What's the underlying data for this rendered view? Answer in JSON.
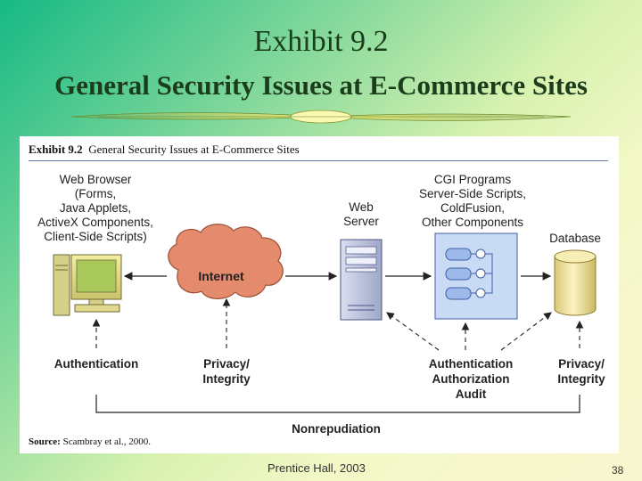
{
  "slide": {
    "title": "Exhibit 9.2",
    "subtitle": "General Security Issues at E-Commerce Sites",
    "footer": "Prentice Hall, 2003",
    "page_number": "38"
  },
  "figure": {
    "caption_number": "Exhibit 9.2",
    "caption_text": "General Security Issues at E-Commerce Sites",
    "source_label": "Source:",
    "source_text": "Scambray et al., 2000.",
    "nodes": {
      "browser": [
        "Web Browser",
        "(Forms,",
        "Java Applets,",
        "ActiveX Components,",
        "Client-Side Scripts)"
      ],
      "internet": "Internet",
      "web_server": [
        "Web",
        "Server"
      ],
      "cgi": [
        "CGI Programs",
        "Server-Side Scripts,",
        "ColdFusion,",
        "Other Components"
      ],
      "database": "Database"
    },
    "issues": {
      "authentication_left": "Authentication",
      "privacy_left": [
        "Privacy/",
        "Integrity"
      ],
      "auth_center": [
        "Authentication",
        "Authorization",
        "Audit"
      ],
      "privacy_right": [
        "Privacy/",
        "Integrity"
      ],
      "nonrepudiation": "Nonrepudiation"
    }
  }
}
